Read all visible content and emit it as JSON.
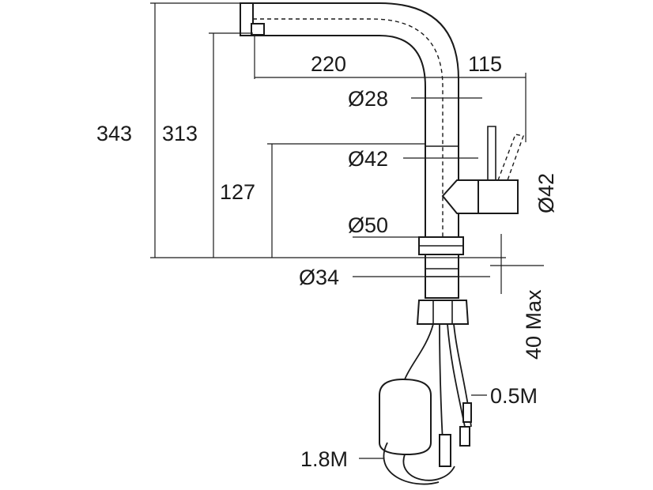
{
  "dimensions": {
    "total_height": "343",
    "spout_height": "313",
    "handle_height": "127",
    "spout_reach": "220",
    "handle_clearance": "115",
    "spout_diameter": "Ø28",
    "body_diameter": "Ø42",
    "handle_diameter": "Ø42",
    "base_diameter": "Ø50",
    "shank_diameter": "Ø34",
    "deck_thickness": "40 Max"
  },
  "hoses": {
    "short": "0.5M",
    "long": "1.8M"
  }
}
